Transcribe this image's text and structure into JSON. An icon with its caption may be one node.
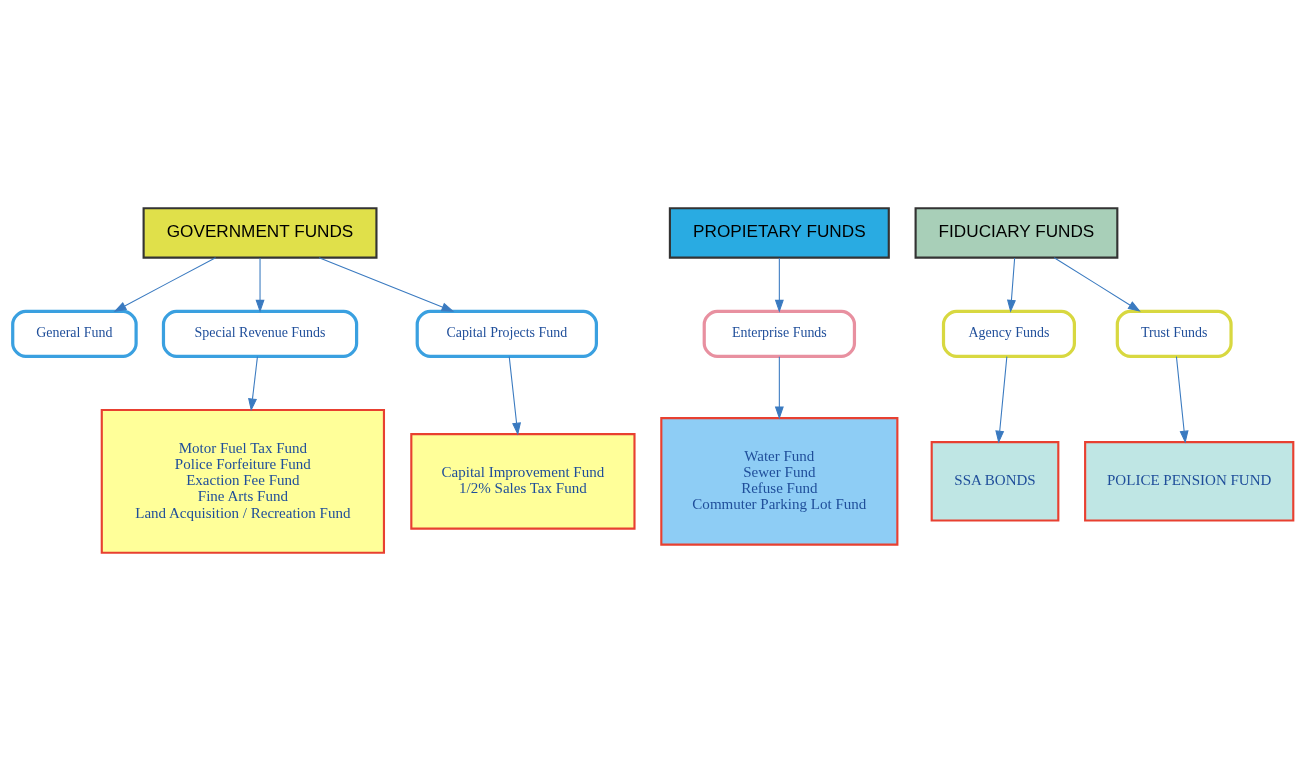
{
  "diagram": {
    "nodes": [
      {
        "text": [
          "GOVERNMENT FUNDS"
        ]
      },
      {
        "text": [
          "PROPIETARY FUNDS"
        ]
      },
      {
        "text": [
          "FIDUCIARY FUNDS"
        ]
      },
      {
        "text": [
          "General Fund"
        ]
      },
      {
        "text": [
          "Special Revenue Funds"
        ]
      },
      {
        "text": [
          "Capital Projects Fund"
        ]
      },
      {
        "text": [
          "Enterprise Funds"
        ]
      },
      {
        "text": [
          "Agency Funds"
        ]
      },
      {
        "text": [
          "Trust Funds"
        ]
      },
      {
        "text": [
          "Motor Fuel Tax Fund",
          "Police Forfeiture Fund",
          "Exaction Fee Fund",
          "Fine Arts Fund",
          "Land Acquisition / Recreation Fund"
        ]
      },
      {
        "text": [
          "Capital Improvement Fund",
          "1/2% Sales Tax Fund"
        ]
      },
      {
        "text": [
          "Water Fund",
          "Sewer Fund",
          "Refuse Fund",
          "Commuter Parking Lot Fund"
        ]
      },
      {
        "text": [
          "SSA BONDS"
        ]
      },
      {
        "text": [
          "POLICE PENSION FUND"
        ]
      }
    ],
    "edges": [
      {
        "from": 0,
        "to": 3,
        "arrow": "to"
      },
      {
        "from": 0,
        "to": 4,
        "arrow": "to"
      },
      {
        "from": 0,
        "to": 5,
        "arrow": "to"
      },
      {
        "from": 1,
        "to": 6,
        "arrow": "to"
      },
      {
        "from": 2,
        "to": 7,
        "arrow": "to"
      },
      {
        "from": 2,
        "to": 8,
        "arrow": "to"
      },
      {
        "from": 4,
        "to": 9,
        "arrow": "to"
      },
      {
        "from": 5,
        "to": 10,
        "arrow": "to"
      },
      {
        "from": 6,
        "to": 11,
        "arrow": "to"
      },
      {
        "from": 7,
        "to": 12,
        "arrow": "to"
      },
      {
        "from": 8,
        "to": 13,
        "arrow": "to"
      }
    ]
  }
}
